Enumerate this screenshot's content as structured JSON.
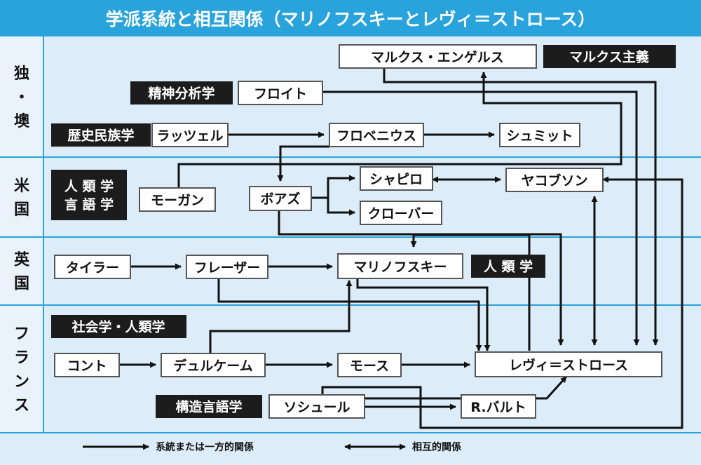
{
  "title": "学派系統と相互関係（マリノフスキーとレヴィ＝ストロース）",
  "rows": [
    {
      "id": "germany",
      "label": [
        "独",
        "・",
        "墺"
      ]
    },
    {
      "id": "usa",
      "label": [
        "米",
        "国"
      ]
    },
    {
      "id": "uk",
      "label": [
        "英",
        "国"
      ]
    },
    {
      "id": "france",
      "label": [
        "フ",
        "ラ",
        "ン",
        "ス"
      ]
    }
  ],
  "school_labels": [
    {
      "id": "marxism",
      "text": [
        "マルクス主義"
      ]
    },
    {
      "id": "psychoanalysis",
      "text": [
        "精神分析学"
      ]
    },
    {
      "id": "historical-ethnology",
      "text": [
        "歴史民族学"
      ]
    },
    {
      "id": "anthropology-linguistics",
      "text": [
        "人 類 学",
        "言 語 学"
      ]
    },
    {
      "id": "anthropology-uk",
      "text": [
        "人 類 学"
      ]
    },
    {
      "id": "sociology-anthropology",
      "text": [
        "社会学・人類学"
      ]
    },
    {
      "id": "structural-linguistics",
      "text": [
        "構造言語学"
      ]
    }
  ],
  "nodes": [
    {
      "id": "marx-engels",
      "text": "マルクス・エンゲルス"
    },
    {
      "id": "freud",
      "text": "フロイト"
    },
    {
      "id": "ratzel",
      "text": "ラッツェル"
    },
    {
      "id": "frobenius",
      "text": "フロベニウス"
    },
    {
      "id": "schmidt",
      "text": "シュミット"
    },
    {
      "id": "morgan",
      "text": "モーガン"
    },
    {
      "id": "boas",
      "text": "ボアズ"
    },
    {
      "id": "sapir",
      "text": "シャピロ"
    },
    {
      "id": "kroeber",
      "text": "クローバー"
    },
    {
      "id": "jakobson",
      "text": "ヤコブソン"
    },
    {
      "id": "tylor",
      "text": "タイラー"
    },
    {
      "id": "frazer",
      "text": "フレーザー"
    },
    {
      "id": "malinowski",
      "text": "マリノフスキー"
    },
    {
      "id": "comte",
      "text": "コント"
    },
    {
      "id": "durkheim",
      "text": "デュルケーム"
    },
    {
      "id": "mauss",
      "text": "モース"
    },
    {
      "id": "levi-strauss",
      "text": "レヴィ＝ストロース"
    },
    {
      "id": "saussure",
      "text": "ソシュール"
    },
    {
      "id": "barthes",
      "text": "R.バルト"
    }
  ],
  "legend": {
    "lineage": "系統または一方的関係",
    "mutual": "相互的関係"
  },
  "colors": {
    "title_band": "#29a3dc",
    "panel": "#dcecf8",
    "row_label_bg": "#eaf3fb",
    "label_box": "#1c1c1c",
    "line": "#111111",
    "node_bg": "#ffffff"
  }
}
